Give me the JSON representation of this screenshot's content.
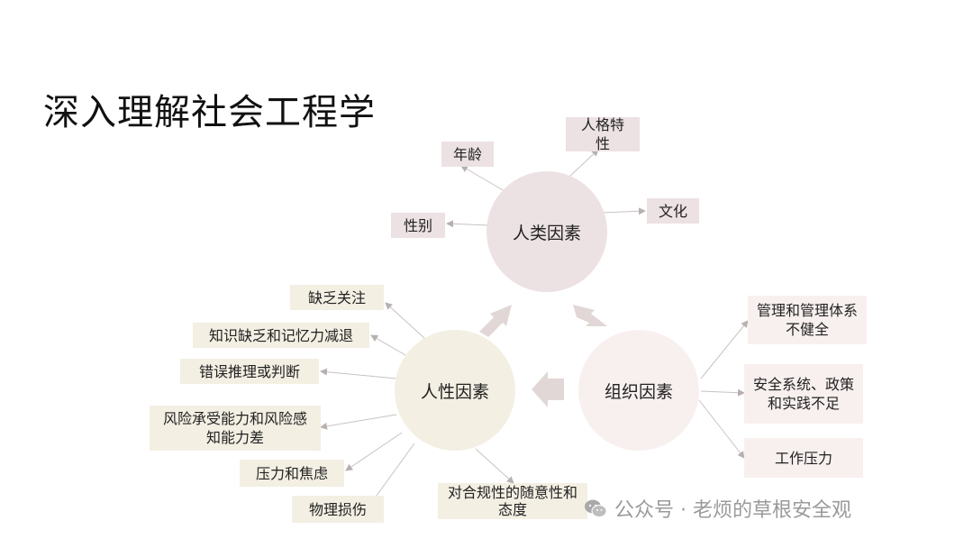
{
  "title": "深入理解社会工程学",
  "center_nodes": {
    "human": "人类因素",
    "nature": "人性因素",
    "org": "组织因素"
  },
  "human_leaves": {
    "age": "年龄",
    "personality": "人格特性",
    "culture": "文化",
    "gender": "性别"
  },
  "nature_leaves": {
    "lack_attention": "缺乏关注",
    "lack_knowledge": "知识缺乏和记忆力减退",
    "reasoning": "错误推理或判断",
    "risk": "风险承受能力和风险感知能力差",
    "stress": "压力和焦虑",
    "injury": "物理损伤",
    "compliance": "对合规性的随意性和态度"
  },
  "org_leaves": {
    "management": "管理和管理体系不健全",
    "security_policy": "安全系统、政策和实践不足",
    "work_pressure": "工作压力"
  },
  "watermark": "公众号 · 老烦的草根安全观"
}
